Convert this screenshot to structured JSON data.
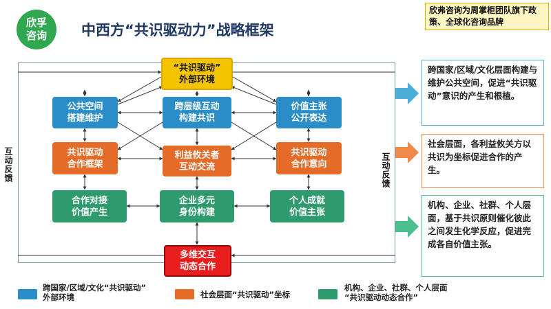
{
  "header": {
    "logo_text": "欣孚\n咨询",
    "title": "中西方“共识驱动力”战略框架",
    "tagline": "欣弗咨询为周掌柜团队旗下政策、全球化咨询品牌"
  },
  "diagram": {
    "nodes": {
      "top": "“共识驱动”\n外部环境",
      "b1": "公共空间\n搭建维护",
      "b2": "跨层级互动\n构建共识",
      "b3": "价值主张\n公开表达",
      "o1": "共识驱动\n合作框架",
      "o2": "利益攸关者\n互动交流",
      "o3": "共识驱动\n合作意向",
      "g1": "合作对接\n价值产生",
      "g2": "企业多元\n身份构建",
      "g3": "个人成就\n价值主张",
      "bottom": "多维交互\n动态合作"
    },
    "left_side_label": "互动反馈",
    "right_side_label": "互动反馈"
  },
  "descriptions": {
    "blue": "跨国家/区域/文化层面构建与维护公共空间，促进“共识驱动”意识的产生和根植。",
    "orange": "社会层面，各利益攸关方以共识为坐标促进合作的产生。",
    "green": "机构、企业、社群、个人层面，基于共识原则催化彼此之间发生化学反应，促进完成各自价值主张。"
  },
  "legend": {
    "blue": "跨国家/区域/文化“共识驱动”\n外部环境",
    "orange": "社会层面“共识驱动”坐标",
    "green": "机构、企业、社群、个人层面\n“共识驱动动态合作”"
  },
  "colors": {
    "blue": "#2b8dc8",
    "orange": "#e56c28",
    "green": "#2f9a6e",
    "red": "#e81d1d",
    "yellow": "#f5c400",
    "title": "#1f3864"
  }
}
